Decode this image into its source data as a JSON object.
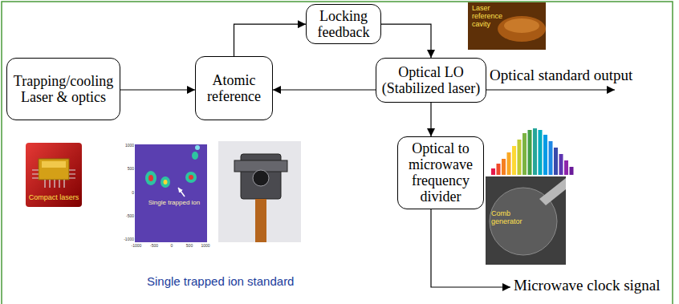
{
  "diagram": {
    "nodes": [
      {
        "text": [
          "Trapping/cooling Laser & optics"
        ]
      },
      {
        "text": [
          "Atomic reference"
        ]
      },
      {
        "text": [
          "Locking feedback"
        ]
      },
      {
        "text": [
          "Optical LO (Stabilized laser)"
        ]
      },
      {
        "text": [
          "Optical to microwave frequency divider"
        ]
      }
    ],
    "edges": [
      {
        "from": 0,
        "to": 1,
        "arrow": "to"
      },
      {
        "from": 1,
        "to": 2,
        "arrow": "to"
      },
      {
        "from": 2,
        "to": 3,
        "arrow": "to"
      },
      {
        "from": 3,
        "to": 1,
        "arrow": "to"
      },
      {
        "from": 3,
        "to": 4,
        "arrow": "to"
      }
    ],
    "labels": [
      "Optical standard output",
      "Microwave clock signal",
      "Compact lasers",
      "Single trapped ion",
      "Single trapped ion standard",
      "Laser reference cavity",
      "Comb generator",
      "1000",
      "500",
      "0",
      "-500",
      "-1000",
      "-1000",
      "-500",
      "0",
      "500",
      "1000"
    ]
  }
}
